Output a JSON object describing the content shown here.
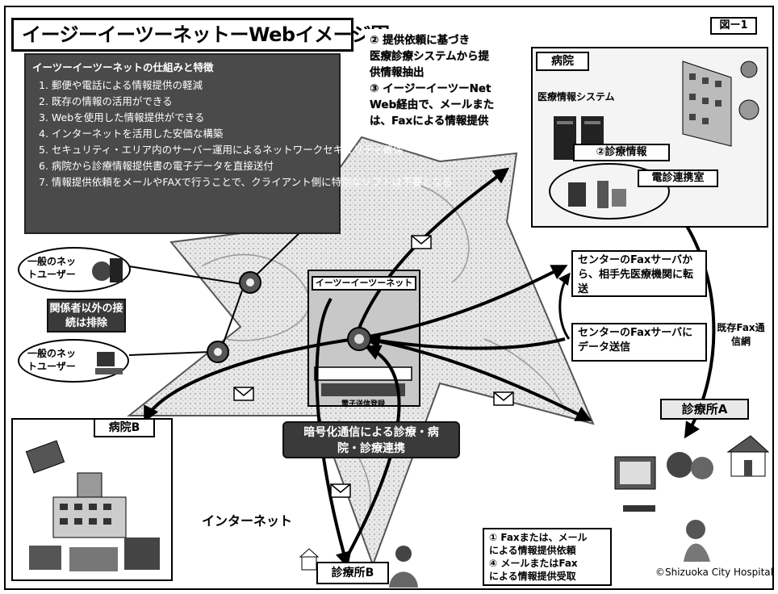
{
  "title": "イージーイーツーネットーWebイメージ図",
  "figure_no": "図ー1",
  "features": {
    "heading": "イーツーイーツーネットの仕組みと特徴",
    "items": [
      "1. 郵便や電話による情報提供の軽減",
      "2. 既存の情報の活用ができる",
      "3. Webを使用した情報提供ができる",
      "4. インターネットを活用した安価な構築",
      "5. セキュリティ・エリア内のサーバー運用によるネットワークセキュリティ確保",
      "6. 病院から診療情報提供書の電子データを直接送付",
      "7. 情報提供依頼をメールやFAXで行うことで、クライアント側に特別なソフトは不要となる"
    ]
  },
  "steps": [
    "② 提供依頼に基づき",
    "医療診療システムから提",
    "供情報抽出",
    "③ イージーイーツーNet",
    "Web経由で、メールまた",
    "は、Faxによる情報提供"
  ],
  "hospital": {
    "label": "病院",
    "system": "医療情報システム",
    "record": "②診療情報",
    "referral": "電診連携室"
  },
  "net_users": [
    "一般のネットユーザー",
    "一般のネットユーザー"
  ],
  "block_note": "関係者以外の接続は排除",
  "server": {
    "label": "イーツーイーツーネット",
    "sub": "電子送信登録"
  },
  "center_note": "暗号化通信による診療・病院・診療連携",
  "fax_forward": "センターのFaxサーバから、相手先医療機関に転送",
  "fax_send": "センターのFaxサーバにデータ送信",
  "fax_line": "既存Fax通信網",
  "clinic_a": "診療所A",
  "hospital_b": "病院B",
  "internet": "インターネット",
  "clinic_b": "診療所B",
  "request": [
    "① Faxまたは、メール",
    "による情報提供依頼",
    "④ メールまたはFax",
    "による情報提供受取"
  ],
  "copyright": "©Shizuoka City Hospital"
}
